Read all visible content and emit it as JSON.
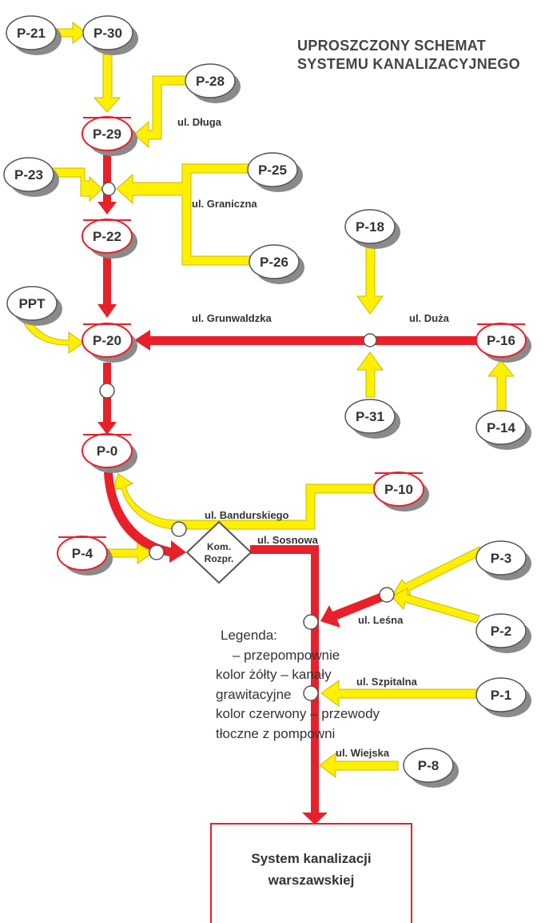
{
  "title": {
    "line1": "UPROSZCZONY SCHEMAT",
    "line2": "SYSTEMU KANALIZACYJNEGO"
  },
  "colors": {
    "gravity": "#ffef00",
    "gravity_stroke": "#c9b800",
    "pressure": "#e8202a",
    "node_fill": "#ffffff",
    "node_shadow": "#8a8a8a",
    "text": "#333333"
  },
  "nodes": {
    "p21": "P-21",
    "p30": "P-30",
    "p28": "P-28",
    "p29": "P-29",
    "p23": "P-23",
    "p25": "P-25",
    "p22": "P-22",
    "p18": "P-18",
    "p26": "P-26",
    "ppt": "PPT",
    "p20": "P-20",
    "p16": "P-16",
    "p31": "P-31",
    "p14": "P-14",
    "p0": "P-0",
    "p10": "P-10",
    "p4": "P-4",
    "p3": "P-3",
    "p2": "P-2",
    "p1": "P-1",
    "p8": "P-8"
  },
  "streets": {
    "dluga": "ul. Długa",
    "graniczna": "ul. Graniczna",
    "grunwaldzka": "ul. Grunwaldzka",
    "duza": "ul. Duża",
    "bandurskiego": "ul. Bandurskiego",
    "sosnowa": "ul. Sosnowa",
    "lesna": "ul. Leśna",
    "szpitalna": "ul. Szpitalna",
    "wiejska": "ul. Wiejska"
  },
  "komora": {
    "line1": "Kom.",
    "line2": "Rozpr."
  },
  "legend": {
    "line1": "Legenda:",
    "line2": "– przepompownie",
    "line3": "kolor żółty – kanały",
    "line4": "grawitacyjne",
    "line5": "kolor czerwony – przewody",
    "line6": "tłoczne z pompowni"
  },
  "final_box": {
    "line1": "System kanalizacji",
    "line2": "warszawskiej"
  }
}
